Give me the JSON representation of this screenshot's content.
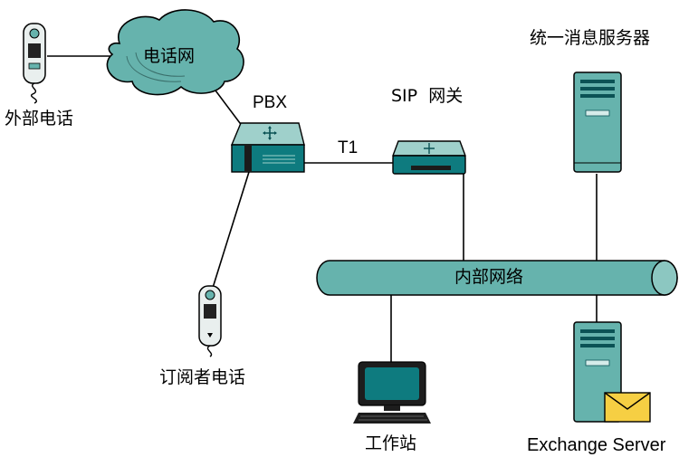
{
  "nodes": {
    "external_phone": "外部电话",
    "phone_network": "电话网",
    "pbx": "PBX",
    "sip_gateway": "SIP  网关",
    "t1_link": "T1",
    "um_server": "统一消息服务器",
    "internal_network": "内部网络",
    "subscriber_phone": "订阅者电话",
    "workstation": "工作站",
    "exchange_server": "Exchange Server"
  },
  "colors": {
    "teal": "#66b3ad",
    "teal_dark": "#0b6f73",
    "line": "#000000",
    "envelope": "#f6cf43"
  }
}
